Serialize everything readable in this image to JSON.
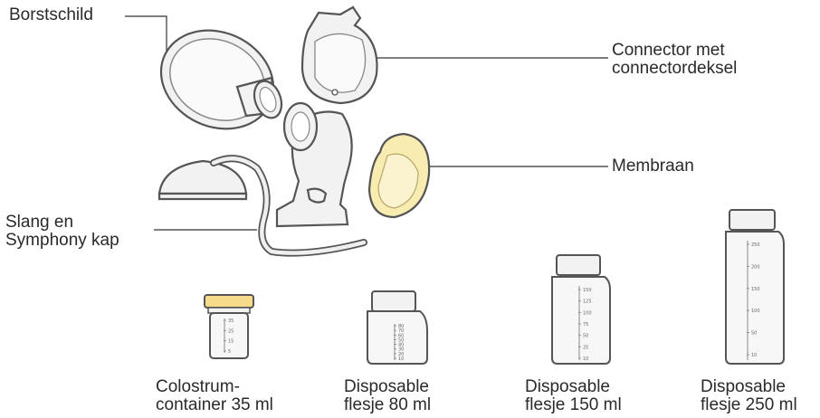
{
  "labels": {
    "breast_shield": "Borstschild",
    "connector_line1": "Connector met",
    "connector_line2": "connectordeksel",
    "membrane": "Membraan",
    "tubing_line1": "Slang en",
    "tubing_line2": "Symphony kap"
  },
  "products": [
    {
      "line1": "Colostrum-",
      "line2": "container 35 ml",
      "scale": [
        "35",
        "25",
        "15",
        "5"
      ]
    },
    {
      "line1": "Disposable",
      "line2": "flesje 80 ml",
      "scale": [
        "80",
        "70",
        "60",
        "50",
        "40",
        "30",
        "20",
        "10"
      ]
    },
    {
      "line1": "Disposable",
      "line2": "flesje 150 ml",
      "scale": [
        "150",
        "125",
        "100",
        "75",
        "50",
        "25",
        "10"
      ]
    },
    {
      "line1": "Disposable",
      "line2": "flesje 250 ml",
      "scale": [
        "250",
        "200",
        "150",
        "100",
        "50",
        "10"
      ]
    }
  ],
  "colors": {
    "membrane": "#f8ecb0",
    "cap": "#f6dc8a",
    "outline": "#555555"
  }
}
